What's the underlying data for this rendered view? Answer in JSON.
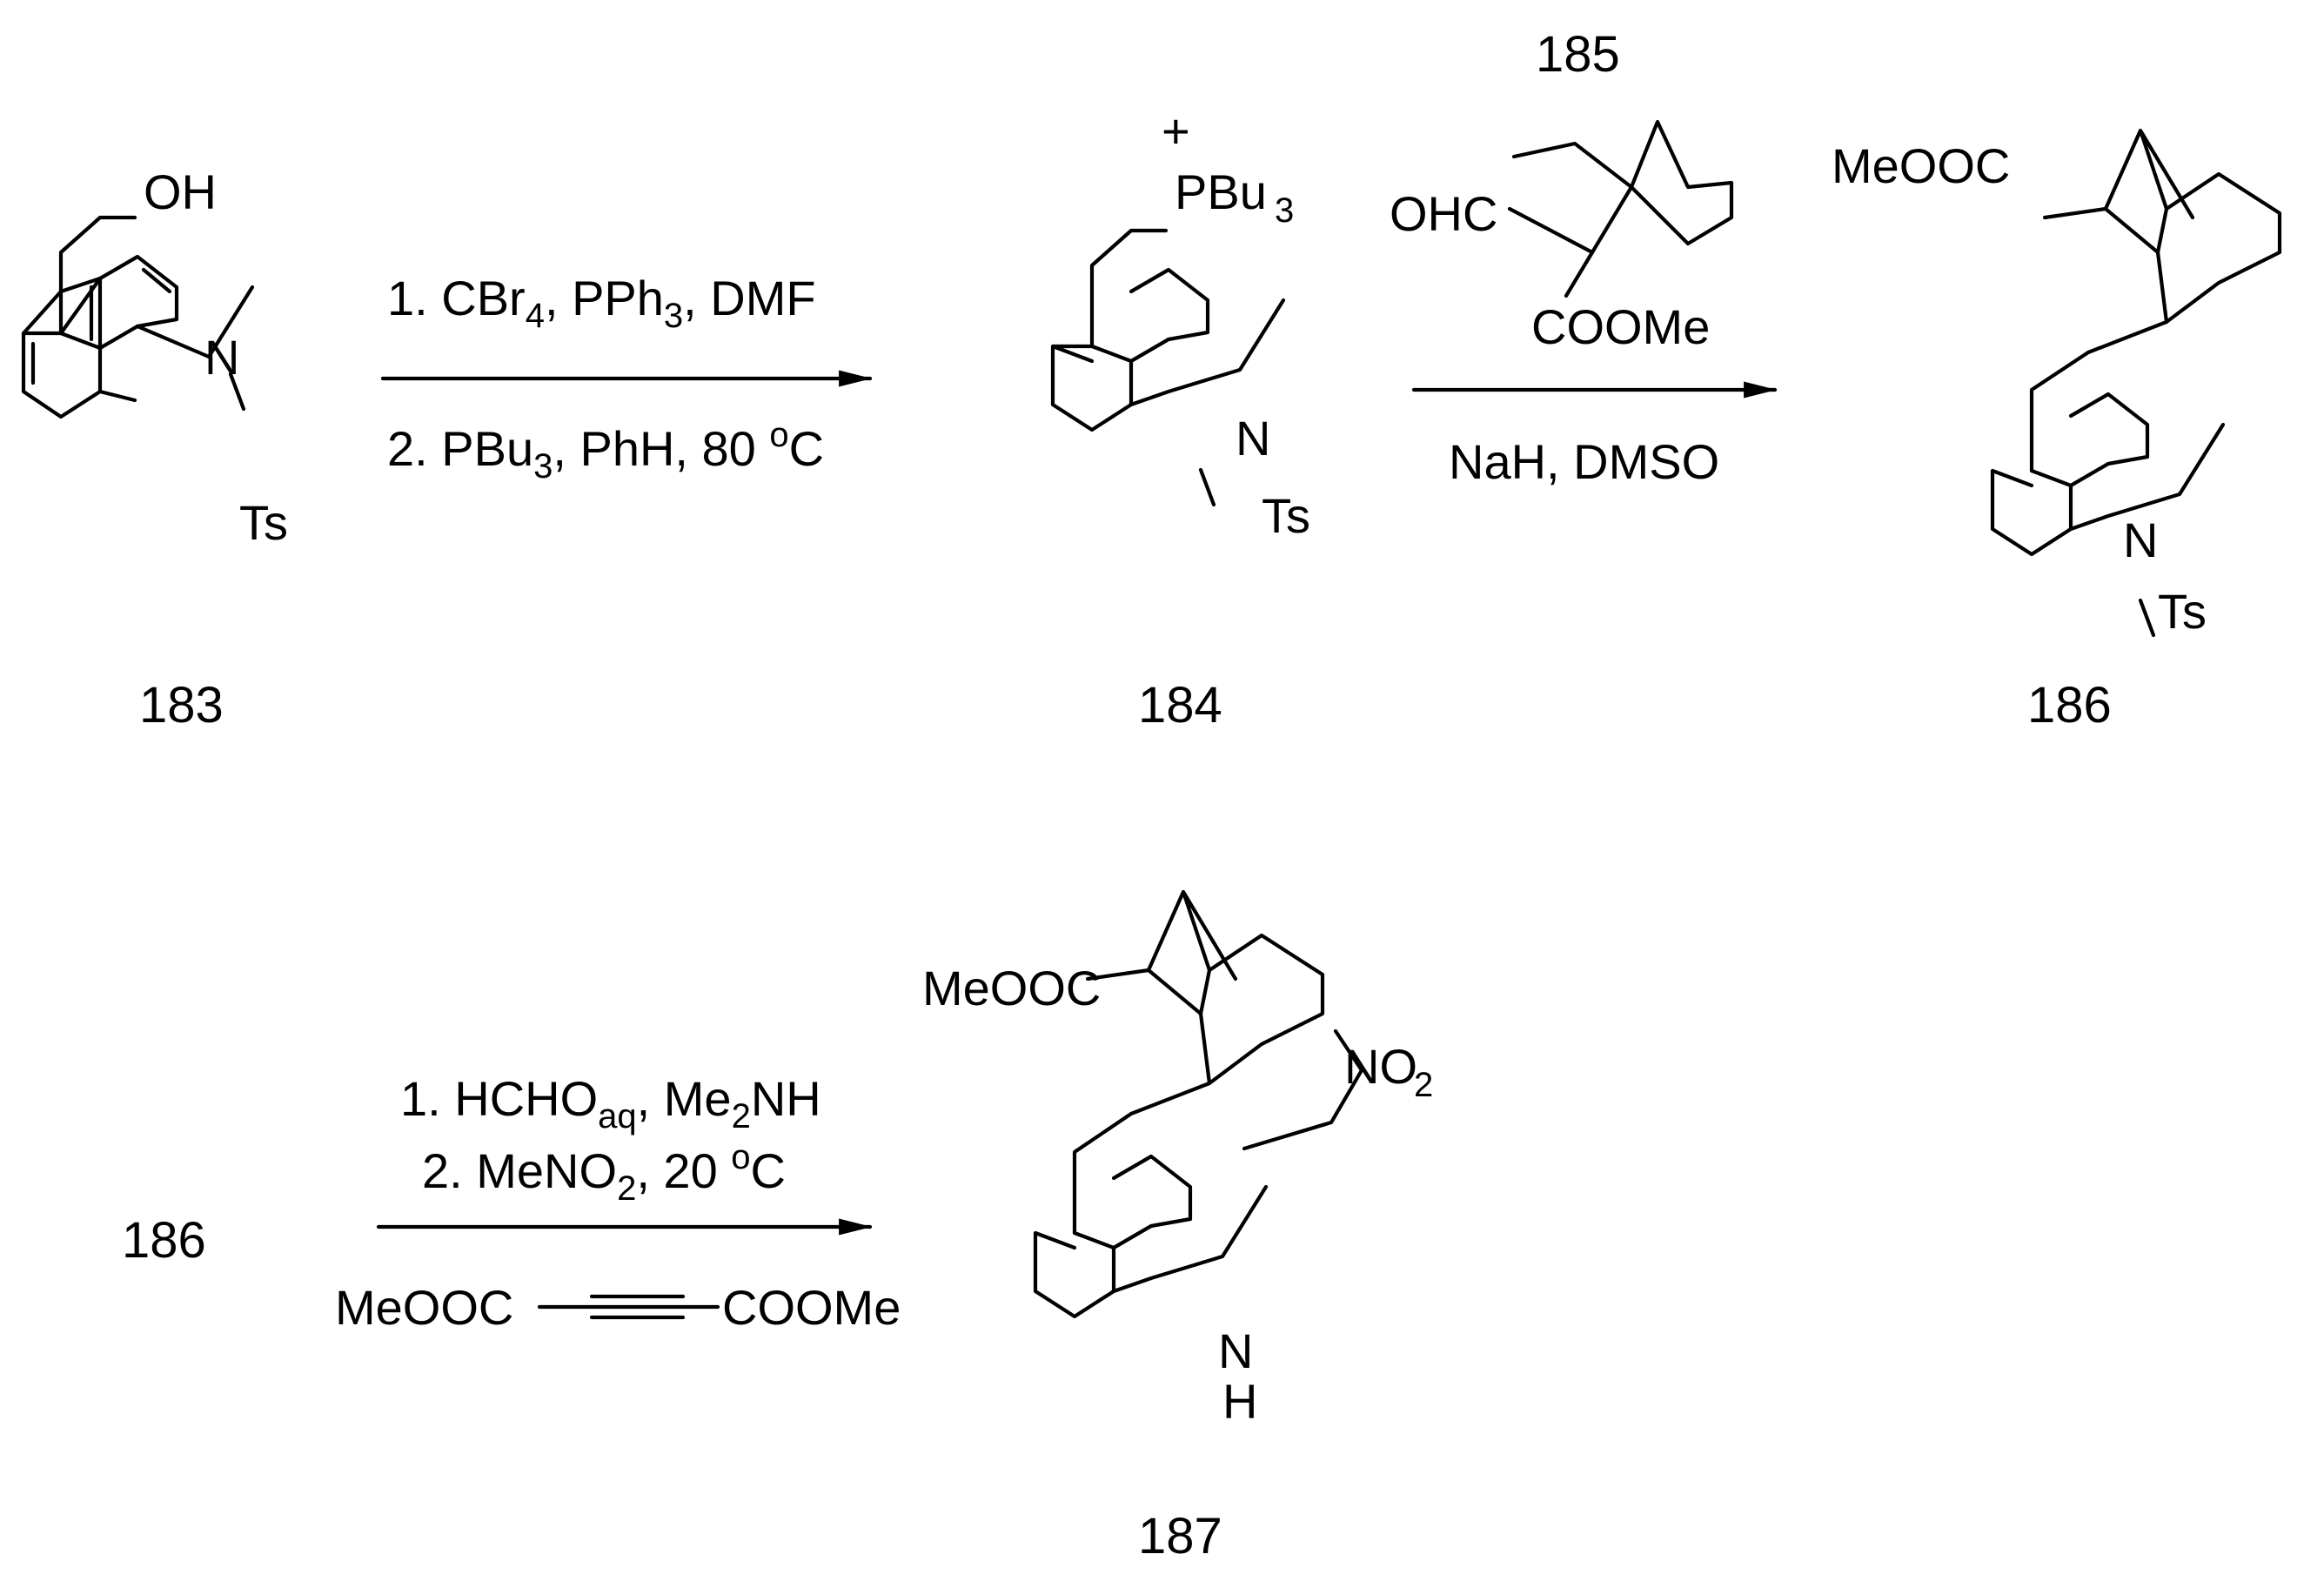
{
  "compounds": {
    "c183": {
      "number": "183",
      "oh": "OH",
      "n": "N",
      "ts": "Ts"
    },
    "c184": {
      "number": "184",
      "charge": "+",
      "p": "PBu",
      "p_sub": "3",
      "n": "N",
      "ts": "Ts"
    },
    "c185": {
      "number": "185",
      "ohc": "OHC",
      "coome": "COOMe"
    },
    "c186": {
      "number": "186",
      "meooc": "MeOOC",
      "n": "N",
      "ts": "Ts"
    },
    "c187": {
      "number": "187",
      "meooc": "MeOOC",
      "no": "NO",
      "no_sub": "2",
      "nh_n": "N",
      "nh_h": "H"
    }
  },
  "step1": {
    "l1_a": "1. CBr",
    "l1_sub1": "4",
    "l1_b": ", PPh",
    "l1_sub2": "3",
    "l1_c": ", DMF",
    "l2_a": "2. PBu",
    "l2_sub1": "3",
    "l2_b": ", PhH, 80 ",
    "l2_sup": "o",
    "l2_c": "C"
  },
  "step2": {
    "below": "NaH, DMSO"
  },
  "step3": {
    "start": "186",
    "l1_a": "1. HCHO",
    "l1_sub1": "aq",
    "l1_b": ", Me",
    "l1_sub2": "2",
    "l1_c": "NH",
    "l2_a": "2. MeNO",
    "l2_sub1": "2",
    "l2_b": ", 20 ",
    "l2_sup": "o",
    "l2_c": "C",
    "reagent_left": "MeOOC",
    "reagent_right": "COOMe"
  }
}
